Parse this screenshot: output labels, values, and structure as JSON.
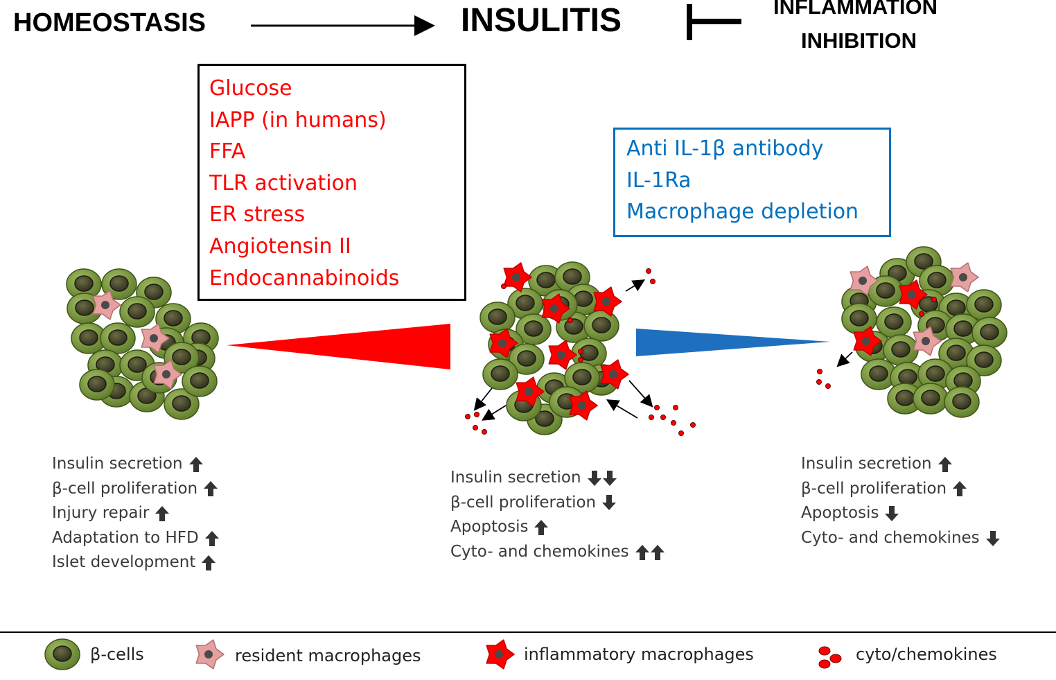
{
  "header": {
    "homeostasis": "HOMEOSTASIS",
    "insulitis": "INSULITIS",
    "inhibition_line1": "INFLAMMATION",
    "inhibition_line2": "INHIBITION"
  },
  "triggers_box": {
    "color": "#ff0000",
    "items": [
      "Glucose",
      "IAPP (in humans)",
      "FFA",
      "TLR activation",
      "ER stress",
      "Angiotensin II",
      "Endocannabinoids"
    ]
  },
  "inhibitors_box": {
    "color": "#0070c0",
    "items": [
      "Anti IL-1β antibody",
      "IL-1Ra",
      "Macrophage depletion"
    ]
  },
  "effects": {
    "homeostasis": [
      {
        "label": "Insulin secretion",
        "arrows": [
          "up"
        ]
      },
      {
        "label": "β-cell proliferation",
        "arrows": [
          "up"
        ]
      },
      {
        "label": "Injury repair",
        "arrows": [
          "up"
        ]
      },
      {
        "label": "Adaptation to HFD",
        "arrows": [
          "up"
        ]
      },
      {
        "label": "Islet development",
        "arrows": [
          "up"
        ]
      }
    ],
    "insulitis": [
      {
        "label": "Insulin secretion",
        "arrows": [
          "down",
          "down"
        ]
      },
      {
        "label": "β-cell proliferation",
        "arrows": [
          "down"
        ]
      },
      {
        "label": "Apoptosis",
        "arrows": [
          "up"
        ]
      },
      {
        "label": "Cyto- and chemokines",
        "arrows": [
          "up",
          "up"
        ]
      }
    ],
    "inhibition": [
      {
        "label": "Insulin secretion",
        "arrows": [
          "up"
        ]
      },
      {
        "label": "β-cell proliferation",
        "arrows": [
          "up"
        ]
      },
      {
        "label": "Apoptosis",
        "arrows": [
          "down"
        ]
      },
      {
        "label": "Cyto- and chemokines",
        "arrows": [
          "down"
        ]
      }
    ]
  },
  "legend": {
    "beta_cells": "β-cells",
    "resident": "resident macrophages",
    "inflammatory": "inflammatory macrophages",
    "cytokines": "cyto/chemokines"
  },
  "colors": {
    "beta_cell_fill": "#77933c",
    "beta_cell_nucleus": "#4a4a30",
    "resident_macrophage": "#e6a0a0",
    "inflammatory_macrophage": "#ff0000",
    "trigger_wedge": "#ff0000",
    "inhibitor_wedge": "#1f6fbf",
    "arrow_icon": "#333333"
  }
}
